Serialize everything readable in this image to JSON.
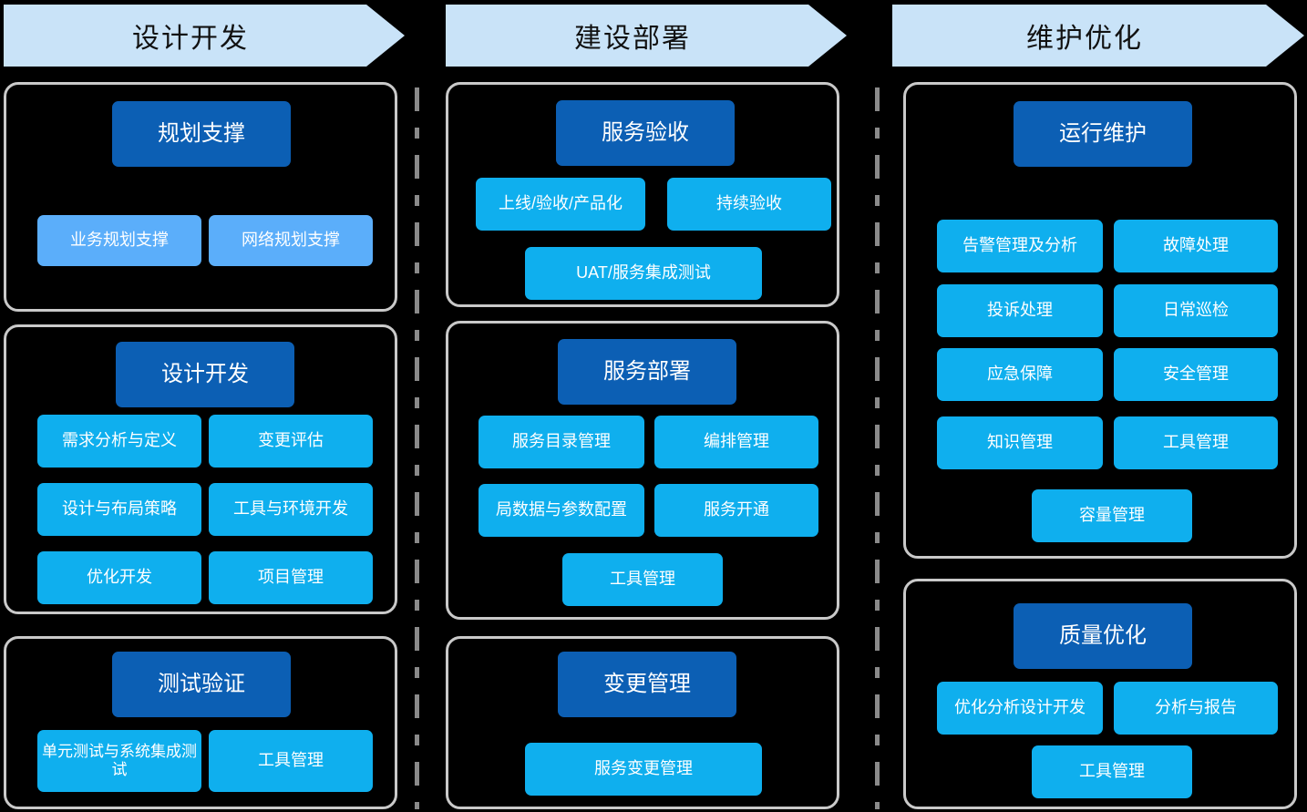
{
  "diagram": {
    "title_note": "IT/Network service lifecycle capability map",
    "colors": {
      "banner_bg": "#C9E3F8",
      "banner_text": "#111111",
      "card_border": "#C9C9C9",
      "head_box": "#0C5FB4",
      "sub_box": "#0FAFEE",
      "sub_box_light": "#5BAEFA",
      "background": "#000000",
      "separator": "#8A8A8A"
    }
  },
  "columns": [
    {
      "banner": "设计开发",
      "groups": [
        {
          "head": "规划支撑",
          "items": [
            "业务规划支撑",
            "网络规划支撑"
          ]
        },
        {
          "head": "设计开发",
          "items": [
            "需求分析与定义",
            "变更评估",
            "设计与布局策略",
            "工具与环境开发",
            "优化开发",
            "项目管理"
          ]
        },
        {
          "head": "测试验证",
          "items": [
            "单元测试与系统集成测试",
            "工具管理"
          ]
        }
      ]
    },
    {
      "banner": "建设部署",
      "groups": [
        {
          "head": "服务验收",
          "items": [
            "上线/验收/产品化",
            "持续验收",
            "UAT/服务集成测试"
          ]
        },
        {
          "head": "服务部署",
          "items": [
            "服务目录管理",
            "编排管理",
            "局数据与参数配置",
            "服务开通",
            "工具管理"
          ]
        },
        {
          "head": "变更管理",
          "items": [
            "服务变更管理"
          ]
        }
      ]
    },
    {
      "banner": "维护优化",
      "groups": [
        {
          "head": "运行维护",
          "items": [
            "告警管理及分析",
            "故障处理",
            "投诉处理",
            "日常巡检",
            "应急保障",
            "安全管理",
            "知识管理",
            "工具管理",
            "容量管理"
          ]
        },
        {
          "head": "质量优化",
          "items": [
            "优化分析设计开发",
            "分析与报告",
            "工具管理"
          ]
        }
      ]
    }
  ]
}
